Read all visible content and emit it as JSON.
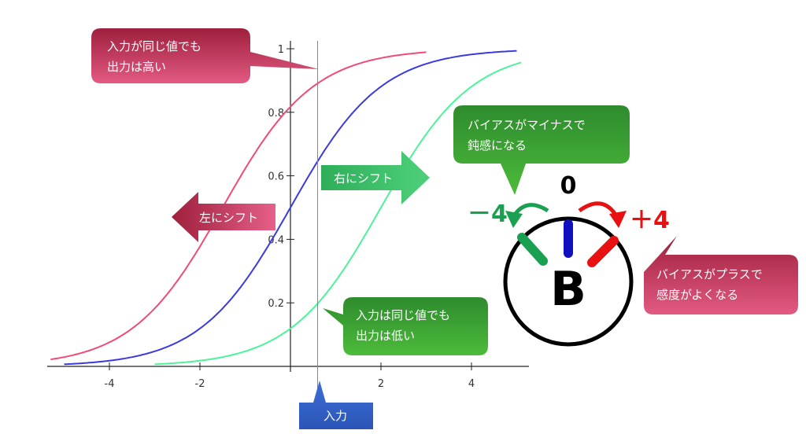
{
  "chart_data": {
    "type": "line",
    "title": "",
    "xlabel": "",
    "ylabel": "",
    "xlim": [
      -5.3,
      5.1
    ],
    "ylim": [
      0,
      1
    ],
    "x_ticks": [
      -4,
      -2,
      2,
      4
    ],
    "y_ticks": [
      0.2,
      0.4,
      0.6,
      0.8,
      1
    ],
    "grid": false,
    "series": [
      {
        "color": "#f04a78",
        "bias": 1.5,
        "x_range": [
          -5.3,
          3.0
        ]
      },
      {
        "color": "#3a3ae0",
        "bias": 0,
        "x_range": [
          -5.0,
          5.0
        ]
      },
      {
        "color": "#4df29a",
        "bias": -2.0,
        "x_range": [
          -3.0,
          5.1
        ]
      }
    ],
    "input_line_x": 0.6
  },
  "callouts": {
    "high_output": "入力が同じ値でも\n出力は高い",
    "low_output": "入力は同じ値でも\n出力は低い",
    "shift_left": "左にシフト",
    "shift_right": "右にシフト",
    "input": "入力",
    "bias_minus": "バイアスがマイナスで\n鈍感になる",
    "bias_plus": "バイアスがプラスで\n感度がよくなる"
  },
  "knob": {
    "zero_label": "0",
    "minus_label": "－4",
    "plus_label": "＋4",
    "letter": "B",
    "colors": {
      "minus": "#1aa050",
      "zero": "#1010c0",
      "plus": "#e81010"
    }
  },
  "colors": {
    "red_callout": "#c83a60",
    "green_callout": "#2a9a2a",
    "blue_callout": "#3a6ad0"
  }
}
